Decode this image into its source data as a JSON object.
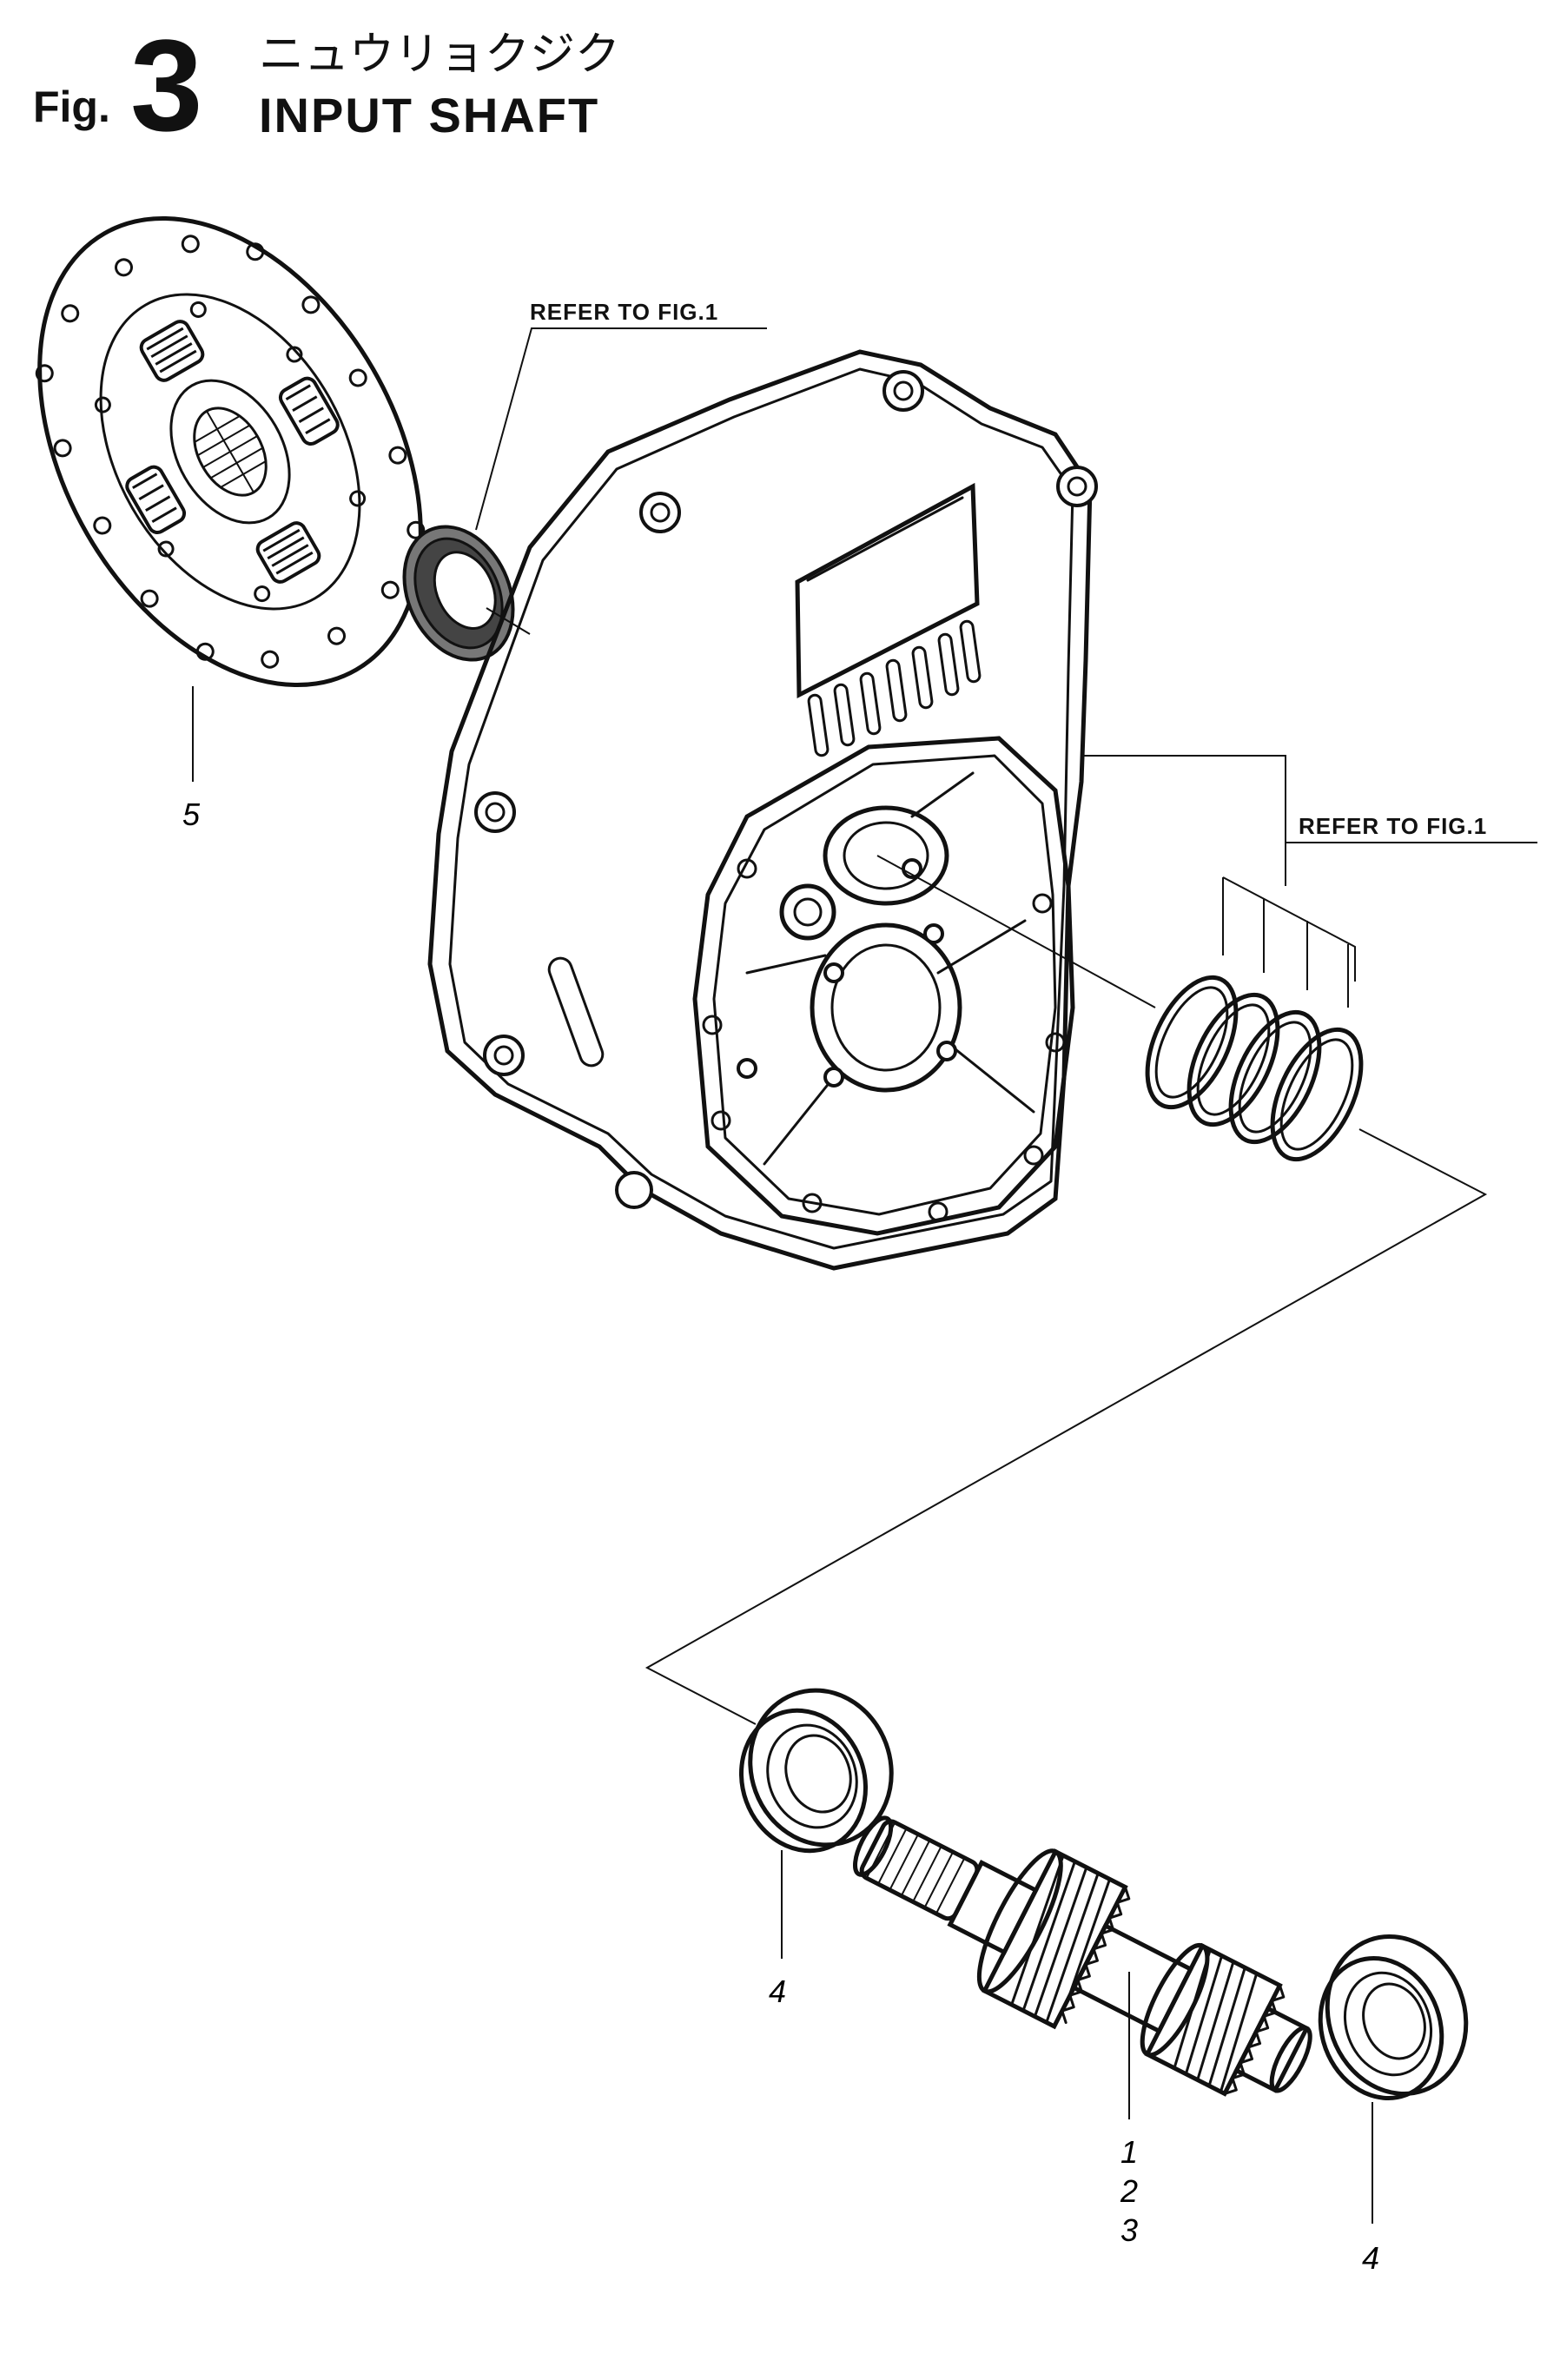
{
  "header": {
    "fig_word": "Fig.",
    "fig_number": "3",
    "title_jp": "ニュウリョクジク",
    "title_en": "INPUT SHAFT"
  },
  "references": [
    {
      "text": "REFER TO FIG.1"
    },
    {
      "text": "REFER TO FIG.1"
    }
  ],
  "callouts": [
    {
      "text": "5"
    },
    {
      "text": "4"
    },
    {
      "text": "1"
    },
    {
      "text": "2"
    },
    {
      "text": "3"
    },
    {
      "text": "4"
    }
  ],
  "parts": [
    {
      "icon": "clutch-disc-icon"
    },
    {
      "icon": "oil-seal-icon"
    },
    {
      "icon": "transmission-case-icon"
    },
    {
      "icon": "sealing-rings-icon"
    },
    {
      "icon": "ball-bearing-icon"
    },
    {
      "icon": "input-shaft-gear-icon"
    },
    {
      "icon": "ball-bearing-icon"
    }
  ]
}
